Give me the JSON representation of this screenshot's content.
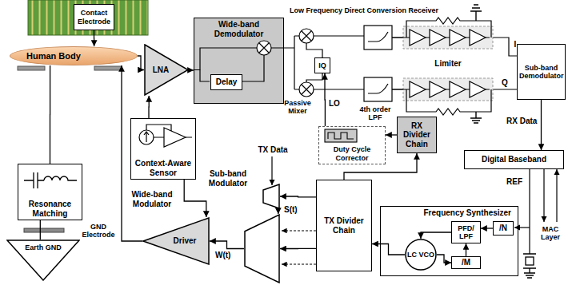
{
  "diagram": {
    "nodes": [
      {
        "text": [
          "Contact Electrode"
        ]
      },
      {
        "text": [
          "Human Body"
        ]
      },
      {
        "text": [
          "LNA"
        ]
      },
      {
        "text": [
          "Wide-band Demodulator"
        ]
      },
      {
        "text": [
          "Delay"
        ],
        "in": 3
      },
      {
        "text": [
          "IQ"
        ]
      },
      {
        "text": [
          "Sub-band Demodulator"
        ]
      },
      {
        "text": [
          "Context-Aware Sensor"
        ]
      },
      {
        "text": [
          "Duty Cycle Corrector"
        ]
      },
      {
        "text": [
          "RX Divider Chain"
        ]
      },
      {
        "text": [
          "Digital Baseband"
        ]
      },
      {
        "text": [
          "Resonance Matching"
        ]
      },
      {
        "text": [
          "Sub-band Modulator"
        ]
      },
      {
        "text": [
          "Wide-band Modulator"
        ]
      },
      {
        "text": [
          "Driver"
        ]
      },
      {
        "text": [
          "TX Divider Chain"
        ]
      },
      {
        "text": [
          "Frequency Synthesizer"
        ]
      },
      {
        "text": [
          "LC VCO"
        ],
        "in": 16
      },
      {
        "text": [
          "PFD/ LPF"
        ],
        "in": 16
      },
      {
        "text": [
          "/N"
        ],
        "in": 16
      },
      {
        "text": [
          "/M"
        ],
        "in": 16
      },
      {
        "text": [
          "Earth GND"
        ]
      }
    ],
    "edges": [
      {
        "from": 0,
        "to": 1,
        "arrow": "to"
      },
      {
        "from": 1,
        "to": 2,
        "arrow": "to"
      },
      {
        "from": 2,
        "to": 3,
        "arrow": "to"
      },
      {
        "from": 7,
        "to": 2,
        "arrow": "to"
      },
      {
        "from": 7,
        "to": 14,
        "arrow": "to"
      },
      {
        "from": 6,
        "to": 10,
        "label": "RX Data",
        "arrow": "to"
      },
      {
        "from": 9,
        "to": 8,
        "arrow": "to"
      },
      {
        "from": 8,
        "to": 5,
        "label": "LO",
        "arrow": "to"
      },
      {
        "from": 15,
        "to": 9,
        "arrow": "to"
      },
      {
        "from": 15,
        "to": 12,
        "arrow": "to"
      },
      {
        "from": 15,
        "to": 13,
        "arrow": "to"
      },
      {
        "from": 12,
        "to": 13,
        "label": "S(t)",
        "arrow": "to"
      },
      {
        "from": 13,
        "to": 14,
        "label": "W(t)",
        "arrow": "to"
      },
      {
        "from": 17,
        "to": 15,
        "arrow": "to"
      },
      {
        "from": 14,
        "to": 1,
        "arrow": "to"
      },
      {
        "from": 11,
        "to": 1,
        "arrow": "none"
      },
      {
        "from": 11,
        "to": 21,
        "arrow": "none"
      },
      {
        "from": 19,
        "to": 18,
        "arrow": "to"
      },
      {
        "from": 18,
        "to": 17,
        "arrow": "to"
      },
      {
        "from": 17,
        "to": 20,
        "arrow": "to"
      },
      {
        "from": 20,
        "to": 18,
        "arrow": "to"
      }
    ],
    "labels": [
      "Low Frequency Direct Conversion Receiver",
      "Passive Mixer",
      "4th order LPF",
      "Limiter",
      "I",
      "Q",
      "TX Data",
      "REF",
      "MAC Layer",
      "GND Electrode"
    ]
  }
}
